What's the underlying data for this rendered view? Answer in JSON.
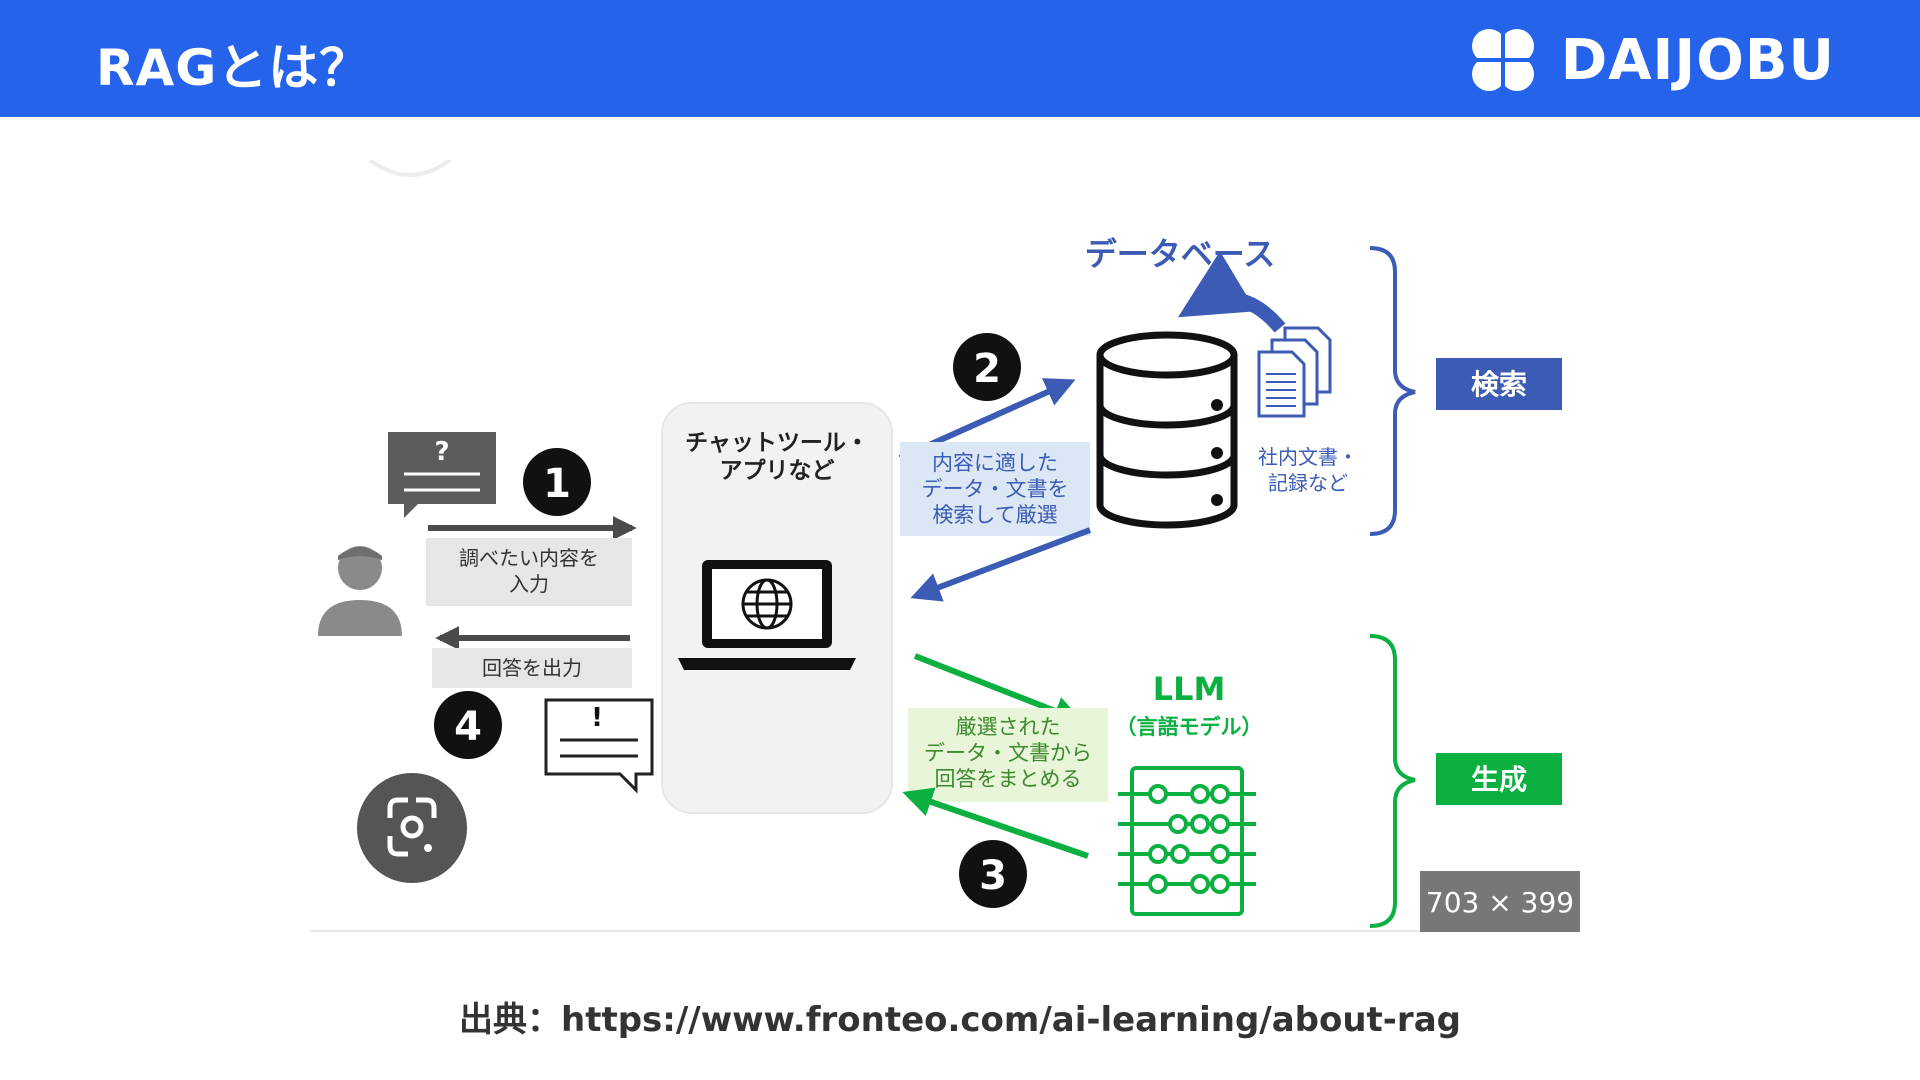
{
  "header": {
    "title": "RAGとは？",
    "logo_text": "DAIJOBU",
    "bg_color": "#2563eb"
  },
  "diagram": {
    "database_title": "データベース",
    "llm_title": "LLM",
    "llm_subtitle": "（言語モデル）",
    "chat_tool_line1": "チャットツール・",
    "chat_tool_line2": "アプリなど",
    "step1_label_line1": "調べたい内容を",
    "step1_label_line2": "入力",
    "step2_label_line1": "内容に適した",
    "step2_label_line2": "データ・文書を",
    "step2_label_line3": "検索して厳選",
    "step3_label_line1": "厳選された",
    "step3_label_line2": "データ・文書から",
    "step3_label_line3": "回答をまとめる",
    "step4_label": "回答を出力",
    "docs_label_line1": "社内文書・",
    "docs_label_line2": "記録など",
    "search_tag": "検索",
    "generate_tag": "生成",
    "num1": "1",
    "num2": "2",
    "num3": "3",
    "num4": "4",
    "question_mark": "?",
    "exclamation_mark": "!",
    "image_size_badge": "703 × 399",
    "colors": {
      "blue": "#3b5bb5",
      "green": "#0bb040",
      "dark_gray": "#4a4a4a"
    }
  },
  "citation": "出典：https://www.fronteo.com/ai-learning/about-rag"
}
